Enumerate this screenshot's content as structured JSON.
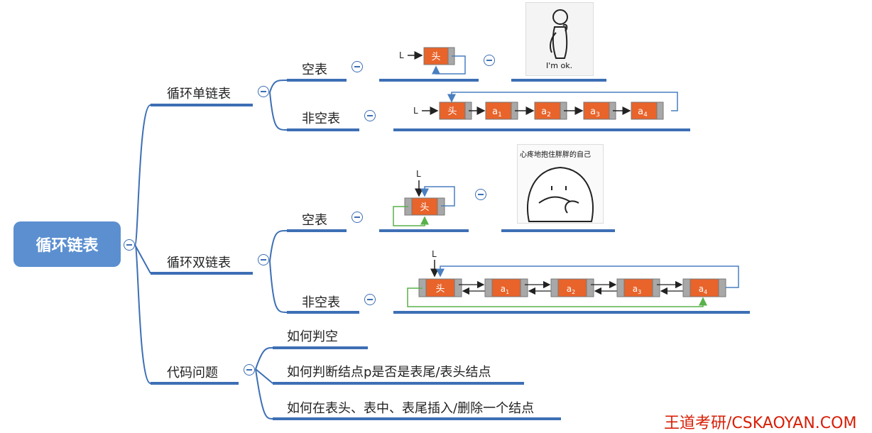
{
  "root": "循环链表",
  "branches": {
    "single": "循环单链表",
    "double": "循环双链表",
    "code": "代码问题"
  },
  "leaves": {
    "single_empty": "空表",
    "single_nonempty": "非空表",
    "double_empty": "空表",
    "double_nonempty": "非空表",
    "q1": "如何判空",
    "q2": "如何判断结点p是否是表尾/表头结点",
    "q3": "如何在表头、表中、表尾插入/删除一个结点"
  },
  "nodes": {
    "head": "头",
    "a": [
      "a",
      "a",
      "a",
      "a"
    ],
    "sub": [
      "1",
      "2",
      "3",
      "4"
    ],
    "pointer": "L"
  },
  "memes": {
    "ok": "I'm ok.",
    "hug": "心疼地抱住胖胖的自己"
  },
  "watermark": "王道考研/CSKAOYAN.COM",
  "colors": {
    "branch_line": "#3d6fb5",
    "node_fill": "#e8642b",
    "node_grey": "#a8a8a8",
    "pointer_green": "#58b14a",
    "root_fill": "#5b8fd0"
  }
}
